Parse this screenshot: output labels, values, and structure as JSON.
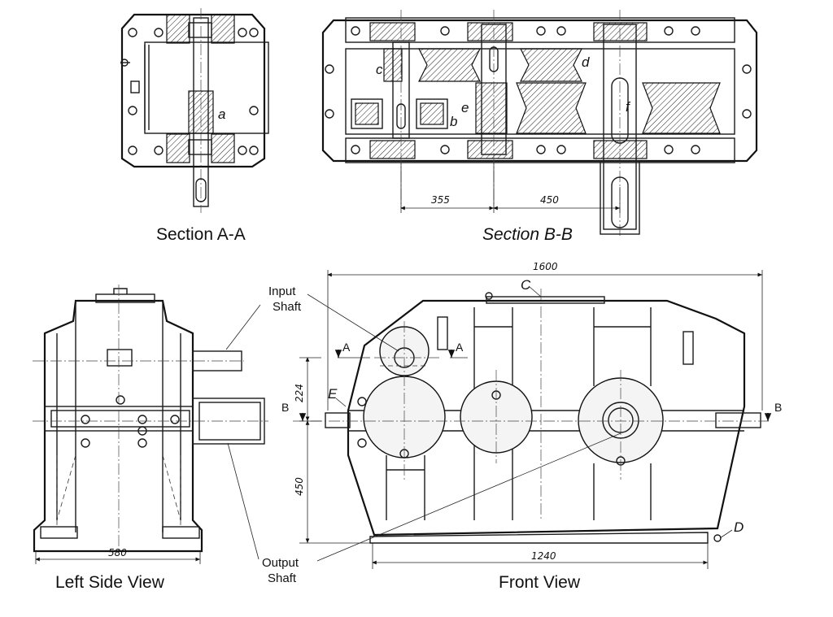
{
  "views": {
    "section_aa": "Section A-A",
    "section_bb": "Section B-B",
    "left_side": "Left Side View",
    "front": "Front View"
  },
  "callouts": {
    "input_line1": "Input",
    "input_line2": "Shaft",
    "output_line1": "Output",
    "output_line2": "Shaft"
  },
  "gear_letters": {
    "a": "a",
    "b": "b",
    "c": "c",
    "d": "d",
    "e": "e",
    "f": "f"
  },
  "dimensions": {
    "bb_left": "355",
    "bb_right": "450",
    "overall_length": "1600",
    "base_length": "1240",
    "side_width": "580",
    "height_upper": "224",
    "height_lower": "450"
  },
  "section_marks": {
    "a_left": "A",
    "a_right": "A",
    "b_left": "B",
    "b_right": "B",
    "c": "C",
    "d": "D",
    "e": "E"
  }
}
